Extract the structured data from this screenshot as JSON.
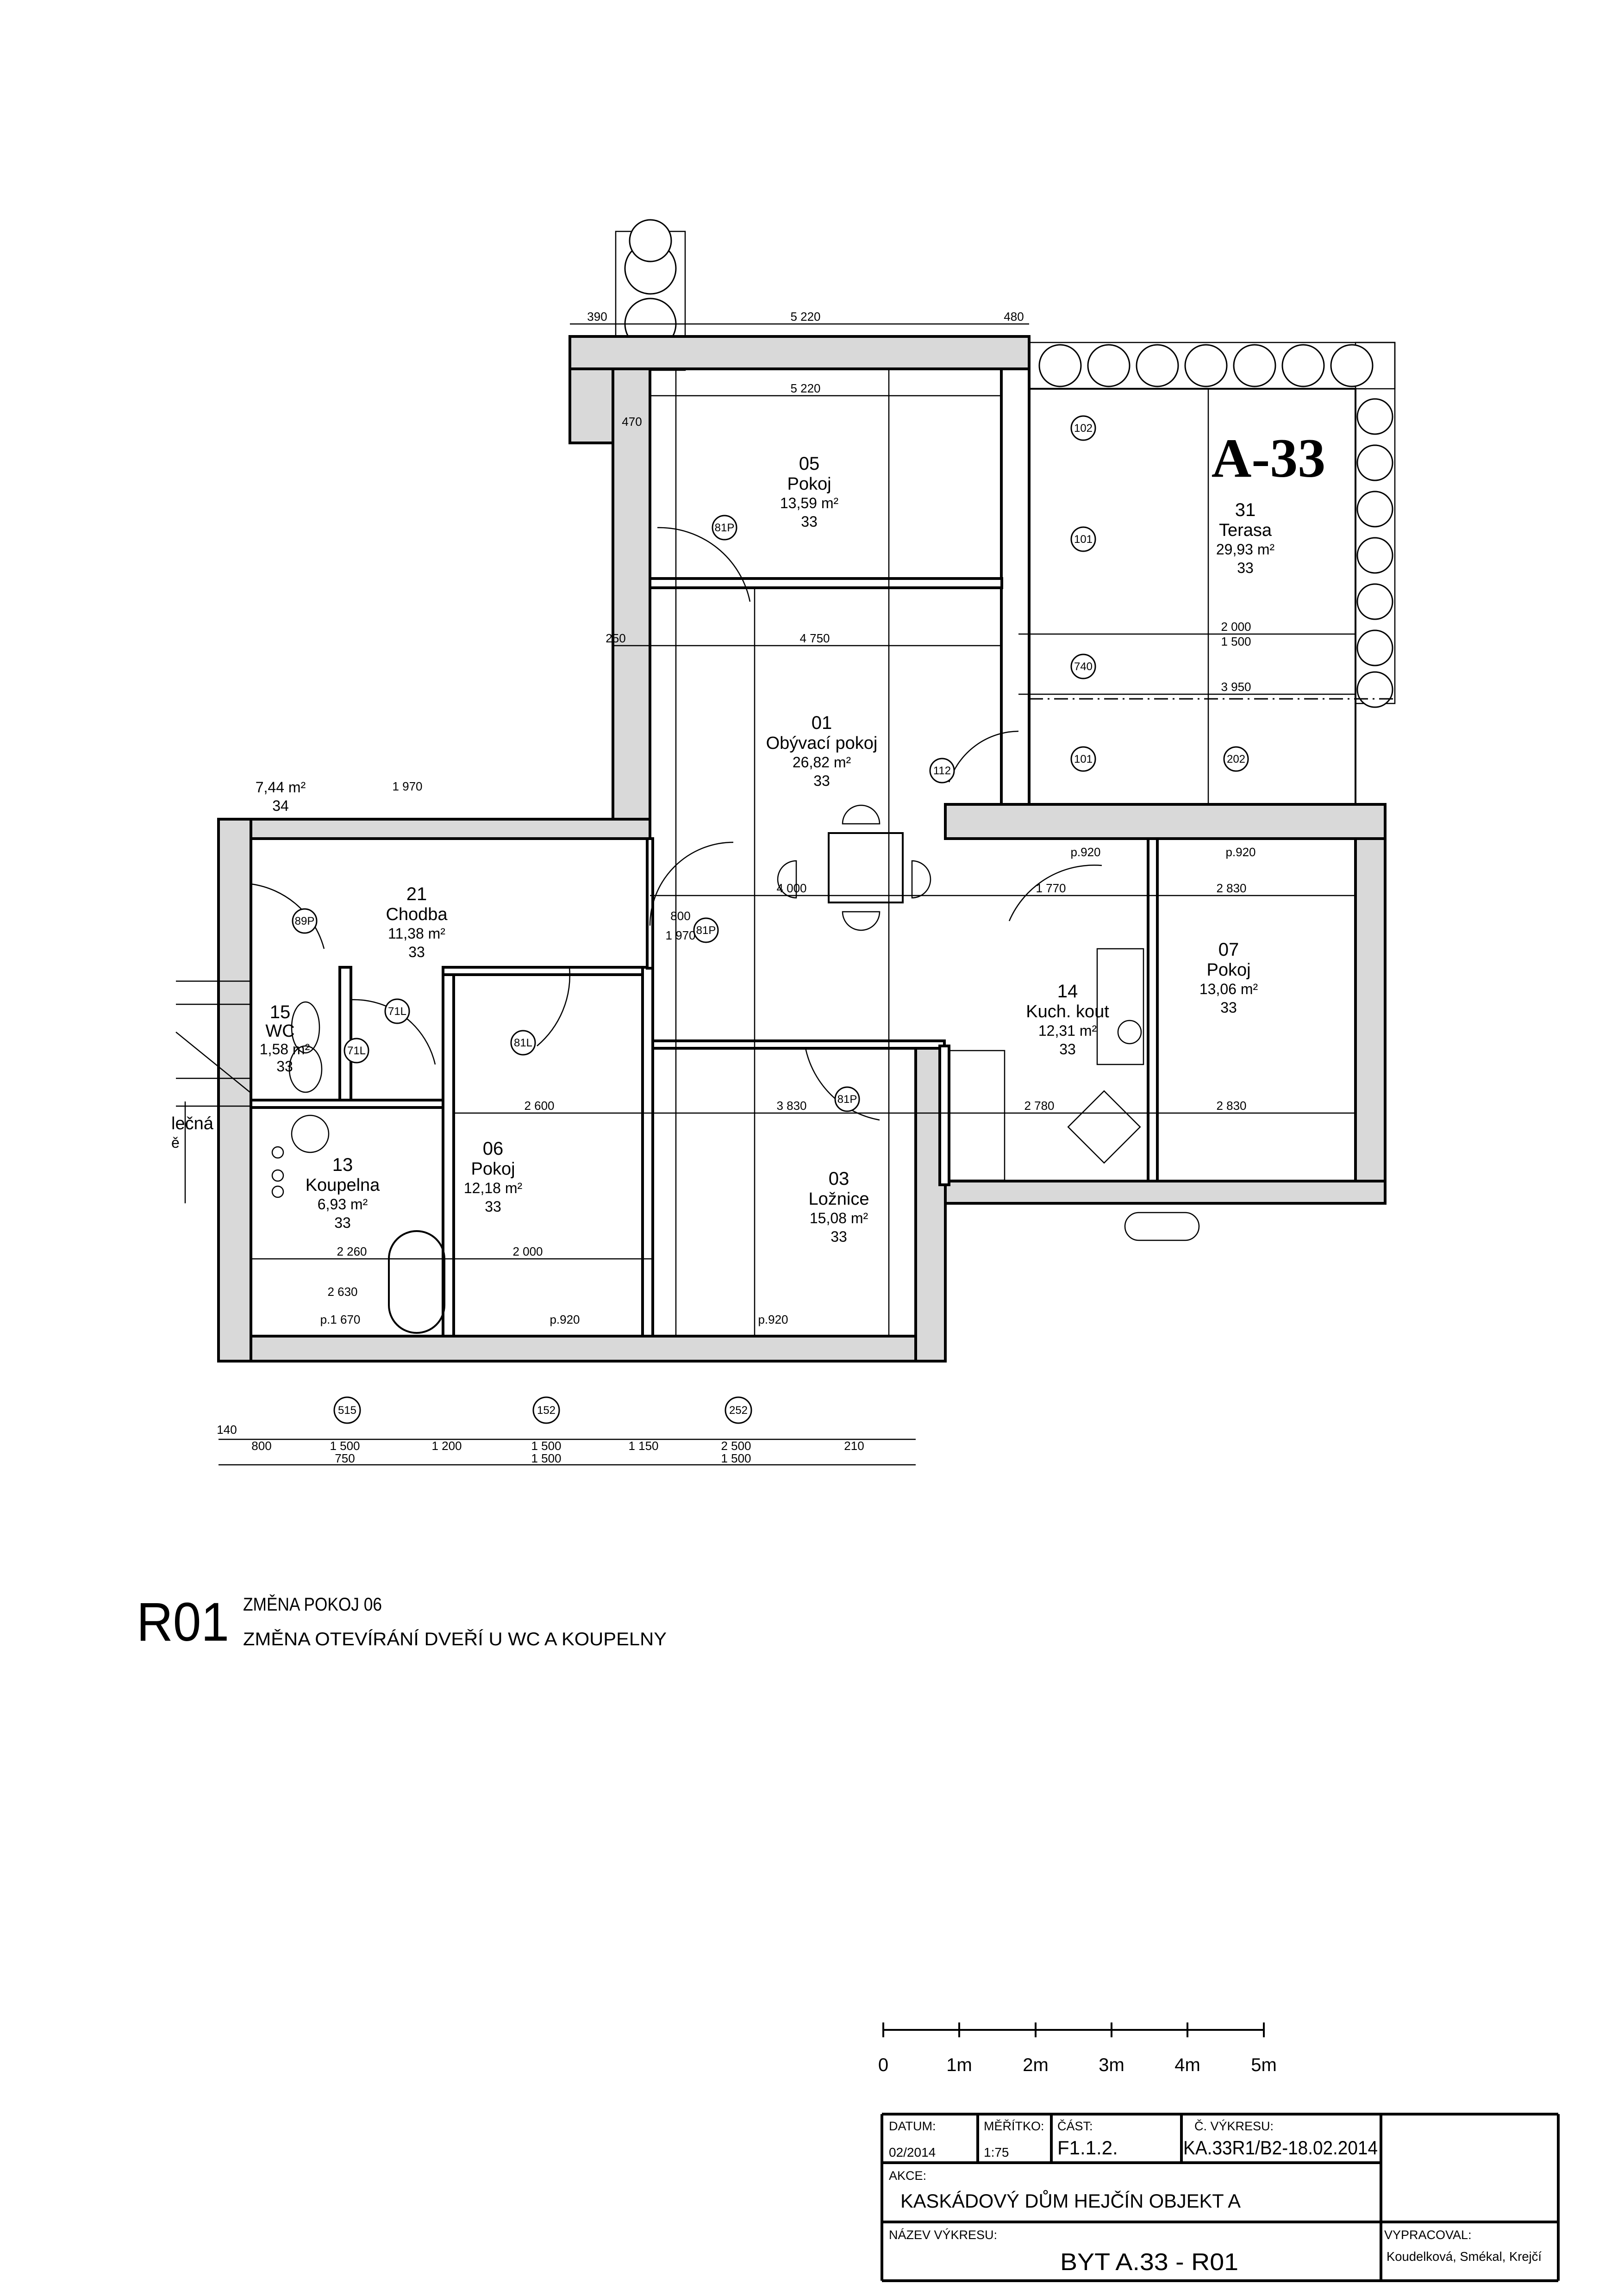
{
  "drawing": {
    "apartment_tag": "A-33",
    "partial_label_left": "lečná",
    "partial_label_left2": "ě"
  },
  "rooms": [
    {
      "number": "05",
      "name": "Pokoj",
      "area": "13,59 m²",
      "code": "33"
    },
    {
      "number": "01",
      "name": "Obývací pokoj",
      "area": "26,82 m²",
      "code": "33"
    },
    {
      "number": "31",
      "name": "Terasa",
      "area": "29,93 m²",
      "code": "33"
    },
    {
      "number": "21",
      "name": "Chodba",
      "area": "11,38 m²",
      "code": "33"
    },
    {
      "number": "15",
      "name": "WC",
      "area": "1,58 m²",
      "code": "33"
    },
    {
      "number": "13",
      "name": "Koupelna",
      "area": "6,93 m²",
      "code": "33"
    },
    {
      "number": "06",
      "name": "Pokoj",
      "area": "12,18 m²",
      "code": "33"
    },
    {
      "number": "03",
      "name": "Ložnice",
      "area": "15,08 m²",
      "code": "33"
    },
    {
      "number": "14",
      "name": "Kuch. kout",
      "area": "12,31 m²",
      "code": "33"
    },
    {
      "number": "07",
      "name": "Pokoj",
      "area": "13,06 m²",
      "code": "33"
    }
  ],
  "neighbour_room": {
    "area": "7,44 m²",
    "code": "34"
  },
  "dimensions": {
    "top": [
      "390",
      "5 220",
      "480",
      "5 220",
      "470",
      "250",
      "4 750"
    ],
    "middle": [
      "4 000",
      "1 770",
      "2 830",
      "2 600",
      "3 830",
      "2 780",
      "2 830",
      "2 260",
      "2 000",
      "2 630",
      "1 970",
      "3 950",
      "2 000",
      "1 500",
      "800",
      "1 970"
    ],
    "bottom_row1": [
      "140",
      "800",
      "1 500",
      "1 200",
      "1 500",
      "1 150",
      "2 500",
      "210"
    ],
    "bottom_row2": [
      "750",
      "1 500",
      "1 500"
    ],
    "sill_heights": [
      "p.920",
      "p.920",
      "p.920",
      "p.920",
      "p.1 670"
    ]
  },
  "tags": {
    "doors": [
      "89P",
      "71L",
      "71L",
      "81L",
      "81P",
      "81P",
      "81P"
    ],
    "windows": [
      "102",
      "101",
      "740",
      "101",
      "202",
      "112"
    ],
    "columns": [
      "515",
      "152",
      "252"
    ]
  },
  "revision": {
    "code": "R01",
    "lines": [
      "ZMĚNA POKOJ 06",
      "ZMĚNA OTEVÍRÁNÍ DVEŘÍ U WC A KOUPELNY"
    ]
  },
  "scale_bar": {
    "labels": [
      "0",
      "1m",
      "2m",
      "3m",
      "4m",
      "5m"
    ]
  },
  "title_block": {
    "datum_label": "DATUM:",
    "datum_value": "02/2014",
    "meritko_label": "MĚŘÍTKO:",
    "meritko_value": "1:75",
    "cast_label": "ČÁST:",
    "cast_value": "F1.1.2.",
    "cislo_label": "Č. VÝKRESU:",
    "cislo_value": "KA.33R1/B2-18.02.2014",
    "akce_label": "AKCE:",
    "akce_value": "KASKÁDOVÝ DŮM HEJČÍN OBJEKT A",
    "nazev_label": "NÁZEV VÝKRESU:",
    "nazev_value": "BYT A.33 - R01",
    "vypracoval_label": "VYPRACOVAL:",
    "vypracoval_value": "Koudelková, Smékal, Krejčí"
  }
}
